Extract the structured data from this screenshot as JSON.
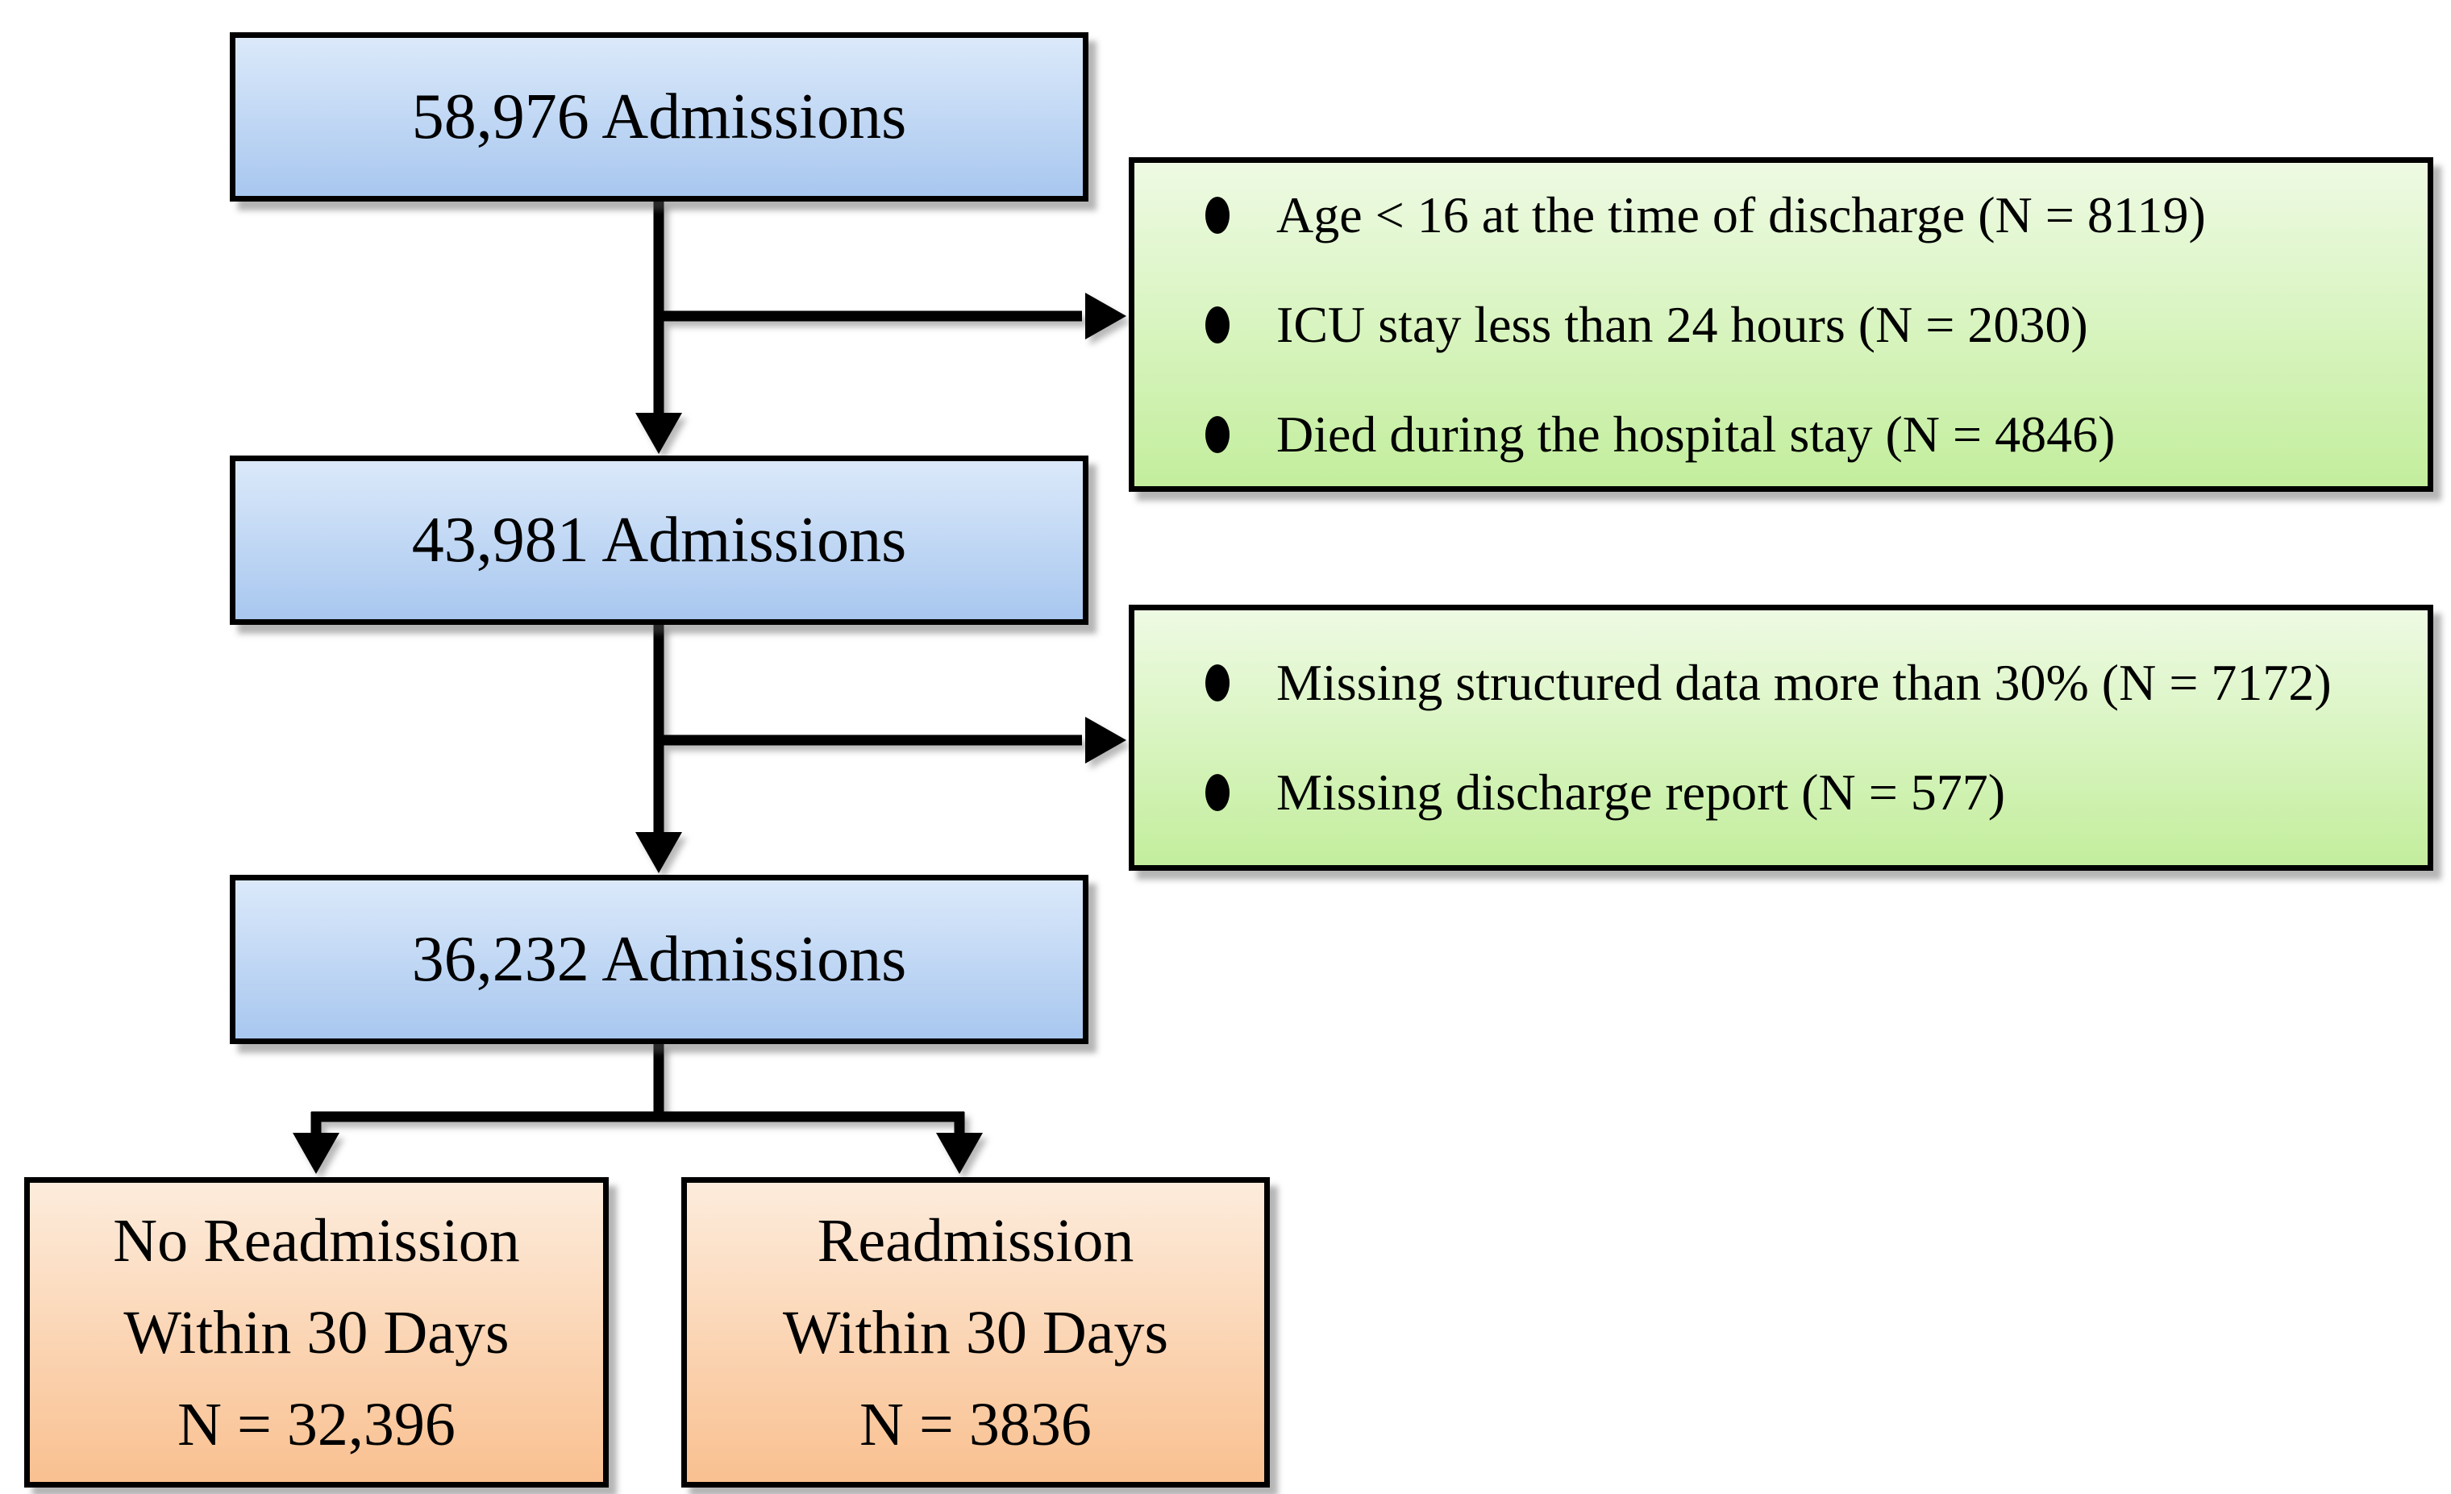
{
  "colors": {
    "blue_top": "#dbe9fa",
    "blue_bottom": "#a8c7ef",
    "green_top": "#eefae3",
    "green_bottom": "#c3ee9d",
    "orange_top": "#fdecdc",
    "orange_bottom": "#f9c090",
    "border": "#000000",
    "connector": "#000000",
    "background": "#ffffff"
  },
  "flowchart": {
    "admission_boxes": [
      {
        "label": "58,976 Admissions"
      },
      {
        "label": "43,981 Admissions"
      },
      {
        "label": "36,232 Admissions"
      }
    ],
    "exclusion_boxes": [
      {
        "items": [
          "Age < 16 at the time of discharge (N = 8119)",
          "ICU stay less than 24 hours (N = 2030)",
          "Died during the hospital stay (N = 4846)"
        ]
      },
      {
        "items": [
          "Missing structured data more than 30% (N = 7172)",
          "Missing discharge report (N = 577)"
        ]
      }
    ],
    "outcome_boxes": [
      {
        "lines": [
          "No Readmission",
          "Within 30 Days",
          "N = 32,396"
        ]
      },
      {
        "lines": [
          "Readmission",
          "Within 30 Days",
          "N = 3836"
        ]
      }
    ]
  }
}
